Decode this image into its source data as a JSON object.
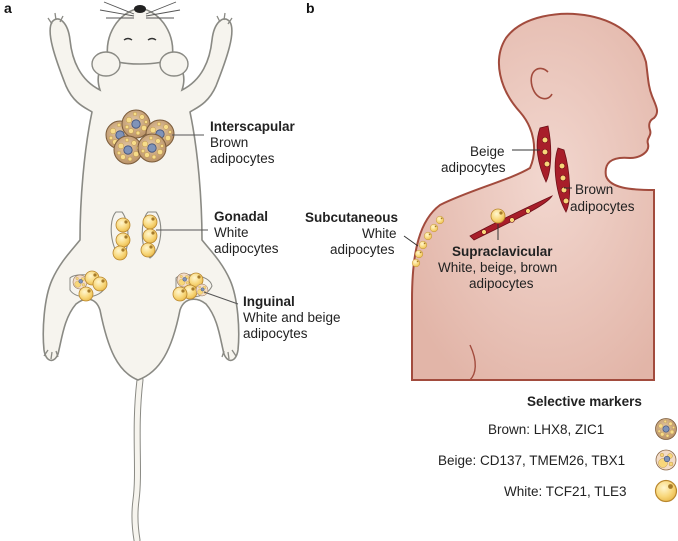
{
  "panels": {
    "a": {
      "label": "a"
    },
    "b": {
      "label": "b"
    }
  },
  "mouse_labels": {
    "interscapular": {
      "title": "Interscapular",
      "line1": "Brown",
      "line2": "adipocytes"
    },
    "gonadal": {
      "title": "Gonadal",
      "line1": "White",
      "line2": "adipocytes"
    },
    "inguinal": {
      "title": "Inguinal",
      "line1": "White and beige",
      "line2": "adipocytes"
    }
  },
  "human_labels": {
    "beige": {
      "line1": "Beige",
      "line2": "adipocytes"
    },
    "brown": {
      "line1": "Brown",
      "line2": "adipocytes"
    },
    "subcutaneous": {
      "title": "Subcutaneous",
      "line1": "White",
      "line2": "adipocytes"
    },
    "supraclavicular": {
      "title": "Supraclavicular",
      "line1": "White, beige, brown",
      "line2": "adipocytes"
    }
  },
  "legend": {
    "title": "Selective markers",
    "items": [
      {
        "text": "Brown: LHX8, ZIC1",
        "type": "brown"
      },
      {
        "text": "Beige: CD137, TMEM26, TBX1",
        "type": "beige"
      },
      {
        "text": "White: TCF21, TLE3",
        "type": "white"
      }
    ]
  },
  "colors": {
    "mouse_body": "#f6f4ee",
    "mouse_outline": "#8a8a84",
    "human_skin": "#e8c7bd",
    "human_outline": "#a24b3d",
    "fat_red": "#a81e2a",
    "white_cell": "#f8d77a",
    "brown_cell": "#c7a37a",
    "nucleus": "#7f93b8"
  }
}
